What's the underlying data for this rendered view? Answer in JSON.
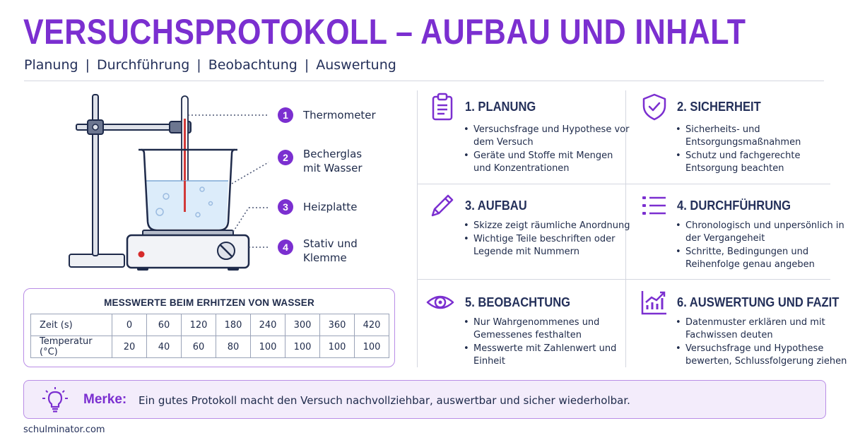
{
  "title": "VERSUCHSPROTOKOLL – AUFBAU UND INHALT",
  "subtitle": [
    "Planung",
    "Durchführung",
    "Beobachtung",
    "Auswertung"
  ],
  "subtitle_separator": "|",
  "legend": [
    {
      "number": "1",
      "label": "Thermometer"
    },
    {
      "number": "2",
      "label": "Becherglas mit Wasser"
    },
    {
      "number": "3",
      "label": "Heizplatte"
    },
    {
      "number": "4",
      "label": "Stativ und Klemme"
    }
  ],
  "table": {
    "title": "MESSWERTE BEIM ERHITZEN VON WASSER",
    "rows": [
      {
        "label": "Zeit (s)",
        "values": [
          "0",
          "60",
          "120",
          "180",
          "240",
          "300",
          "360",
          "420"
        ]
      },
      {
        "label": "Temperatur (°C)",
        "values": [
          "20",
          "40",
          "60",
          "80",
          "100",
          "100",
          "100",
          "100"
        ]
      }
    ]
  },
  "sections": [
    {
      "title": "1. PLANUNG",
      "icon": "clipboard-icon",
      "items": [
        "Versuchsfrage und Hypothese vor dem Versuch",
        "Geräte und Stoffe mit Mengen und Konzentrationen"
      ]
    },
    {
      "title": "2. SICHERHEIT",
      "icon": "shield-check-icon",
      "items": [
        "Sicherheits- und Entsorgungsmaßnahmen",
        "Schutz und fachgerechte Entsorgung beachten"
      ]
    },
    {
      "title": "3. AUFBAU",
      "icon": "pencil-icon",
      "items": [
        "Skizze zeigt räumliche Anordnung",
        "Wichtige Teile beschriften oder Legende mit Nummern"
      ]
    },
    {
      "title": "4. DURCHFÜHRUNG",
      "icon": "list-icon",
      "items": [
        "Chronologisch und unpersönlich in der Vergangeheit",
        "Schritte, Bedingungen und Reihenfolge genau angeben"
      ]
    },
    {
      "title": "5. BEOBACHTUNG",
      "icon": "eye-icon",
      "items": [
        "Nur Wahrgenommenes und Gemessenes festhalten",
        "Messwerte mit Zahlenwert und Einheit"
      ]
    },
    {
      "title": "6. AUSWERTUNG UND FAZIT",
      "icon": "chart-trend-icon",
      "items": [
        "Datenmuster erklären und mit Fachwissen deuten",
        "Versuchsfrage und Hypothese bewerten, Schlussfolgerung ziehen"
      ]
    }
  ],
  "merke": {
    "label": "Merke:",
    "text": "Ein gutes Protokoll macht den Versuch nachvollziehbar, auswertbar und sicher wiederholbar.",
    "icon": "lightbulb-icon"
  },
  "footer": "schulminator.com",
  "colors": {
    "accent": "#7b2fd0",
    "text": "#1e2a4a",
    "border": "#b98de6",
    "note_bg": "#f3ecfb"
  }
}
